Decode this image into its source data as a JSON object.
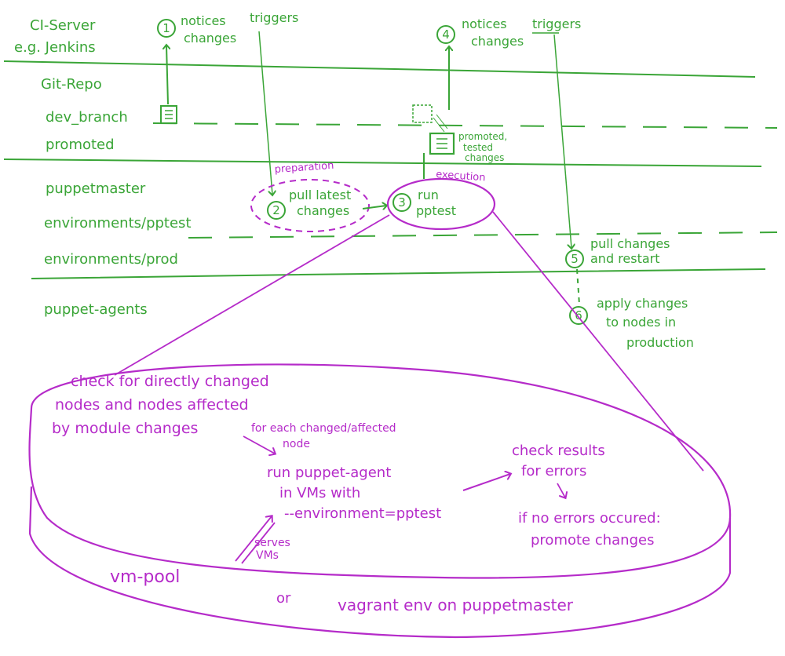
{
  "colors": {
    "green": "#3aa537",
    "magenta": "#b52bc9"
  },
  "lanes": {
    "ci_server": [
      "CI-Server",
      "e.g. Jenkins"
    ],
    "git_repo": "Git-Repo",
    "dev_branch": "dev_branch",
    "promoted": "promoted",
    "puppetmaster": "puppetmaster",
    "env_pptest": "environments/pptest",
    "env_prod": "environments/prod",
    "puppet_agents": "puppet-agents"
  },
  "steps": {
    "s1": {
      "num": "1",
      "lines": [
        "notices",
        "changes"
      ],
      "triggers": "triggers"
    },
    "s2": {
      "num": "2",
      "lines": [
        "pull latest",
        "changes"
      ],
      "tag": "preparation"
    },
    "s3": {
      "num": "3",
      "lines": [
        "run",
        "pptest"
      ],
      "tag": "execution"
    },
    "s4": {
      "num": "4",
      "lines": [
        "notices",
        "changes"
      ],
      "triggers": "triggers"
    },
    "s5": {
      "num": "5",
      "lines": [
        "pull changes",
        "and restart"
      ]
    },
    "s6": {
      "num": "6",
      "lines": [
        "apply changes",
        "to nodes in",
        "production"
      ]
    }
  },
  "promoted_note": [
    "promoted,",
    "tested",
    "changes"
  ],
  "detail": {
    "check_nodes": [
      "check for directly changed",
      "nodes and nodes affected",
      "by module changes"
    ],
    "for_each": [
      "for each changed/affected",
      "node"
    ],
    "run_agent": [
      "run puppet-agent",
      "in VMs with",
      "--environment=pptest"
    ],
    "check_results": [
      "check results",
      "for errors"
    ],
    "if_no_errors": [
      "if no errors occured:",
      "promote changes"
    ],
    "serves": [
      "serves",
      "VMs"
    ],
    "vm_pool": "vm-pool",
    "or": "or",
    "vagrant": "vagrant env on puppetmaster"
  }
}
